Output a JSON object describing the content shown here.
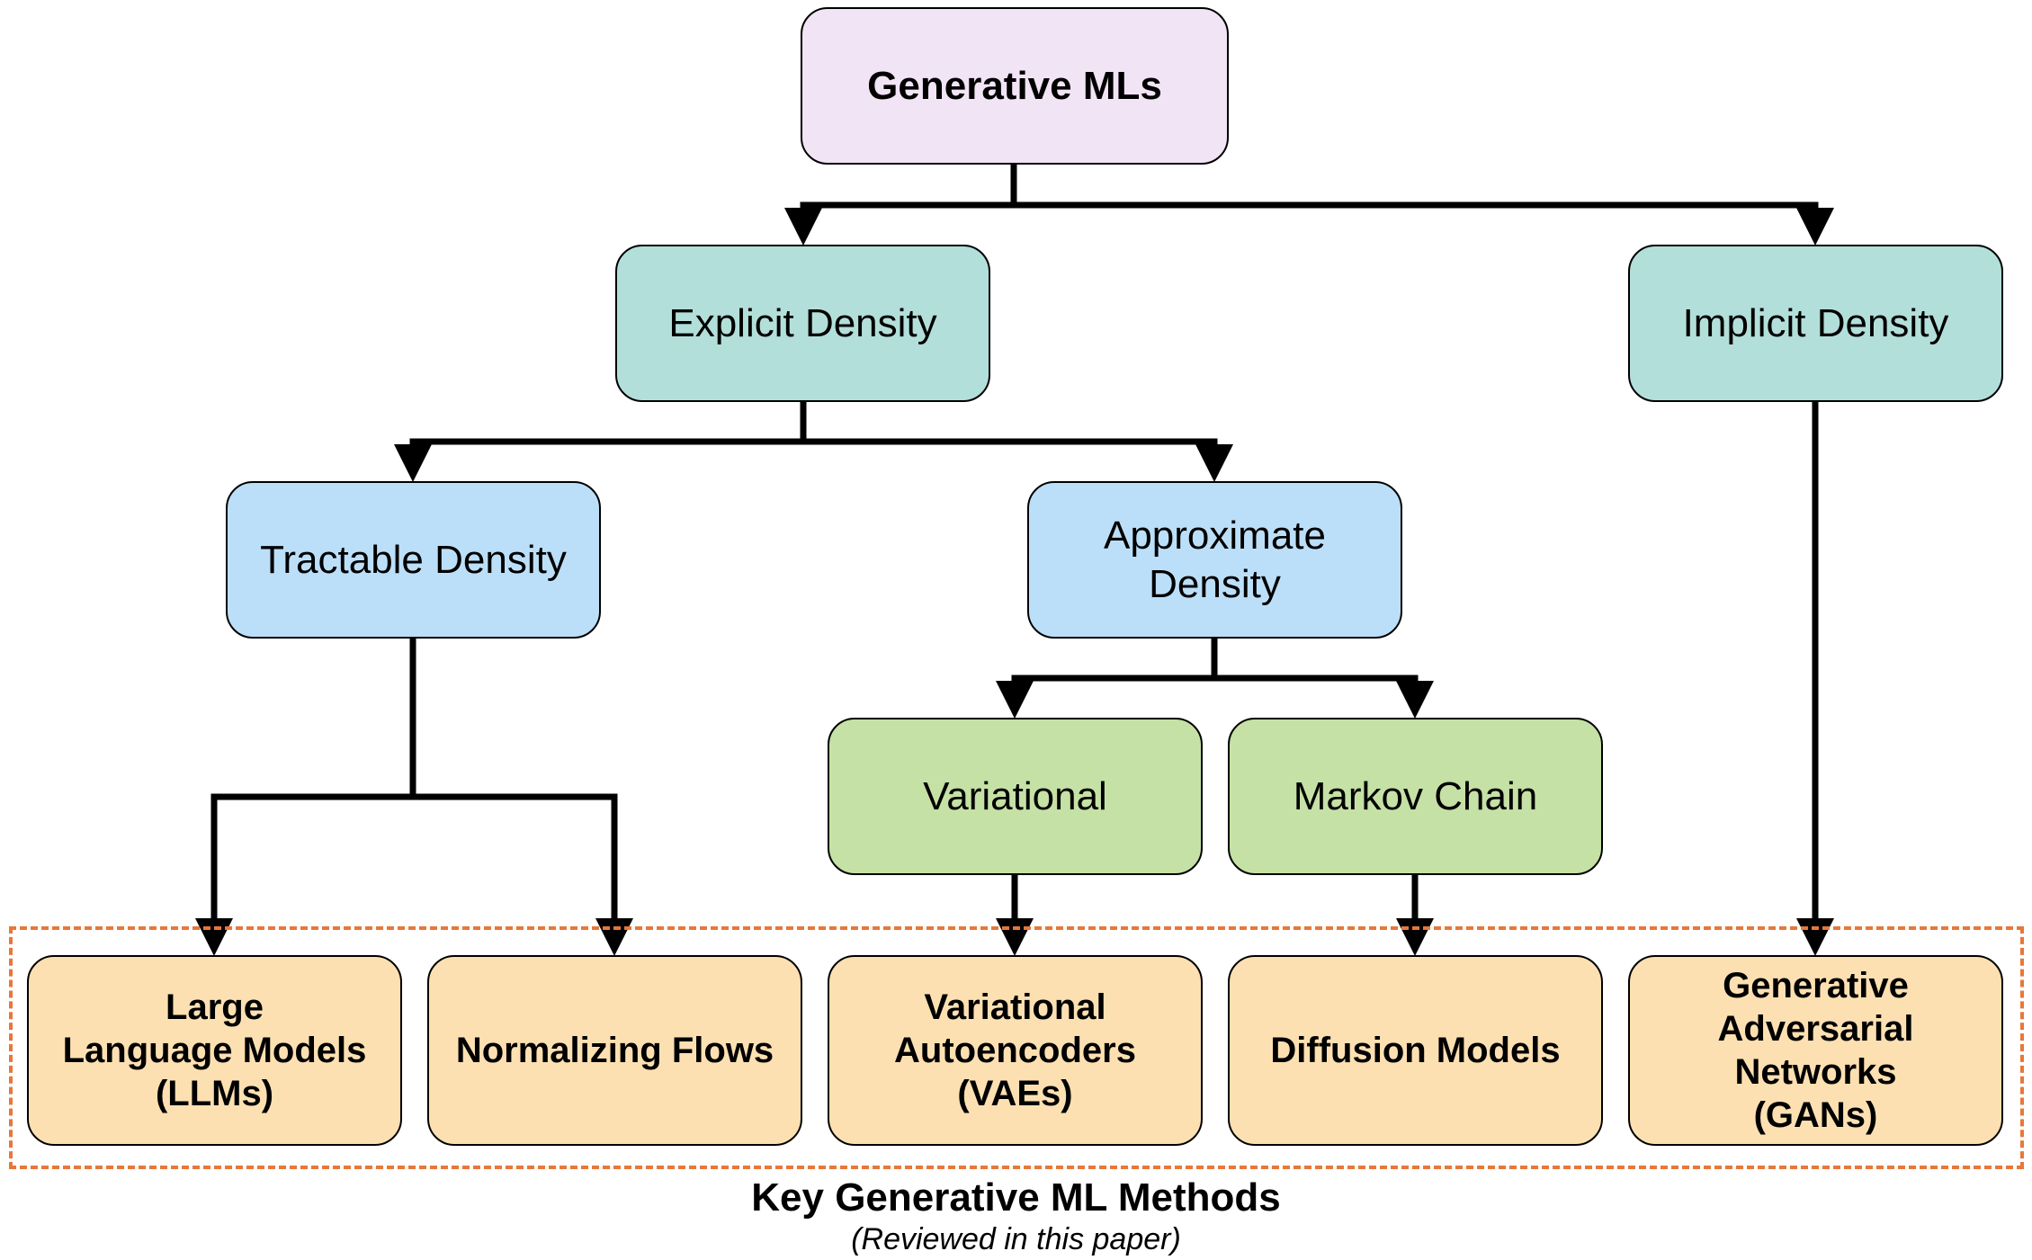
{
  "nodes": {
    "root": "Generative MLs",
    "explicit": "Explicit Density",
    "implicit": "Implicit Density",
    "tractable": "Tractable Density",
    "approximate": "Approximate\nDensity",
    "variational": "Variational",
    "markov": "Markov Chain",
    "llm": "Large\nLanguage Models\n(LLMs)",
    "flows": "Normalizing Flows",
    "vae": "Variational\nAutoencoders\n(VAEs)",
    "diffusion": "Diffusion Models",
    "gan": "Generative\nAdversarial\nNetworks\n(GANs)"
  },
  "edges": [
    [
      "root",
      "explicit"
    ],
    [
      "root",
      "implicit"
    ],
    [
      "explicit",
      "tractable"
    ],
    [
      "explicit",
      "approximate"
    ],
    [
      "approximate",
      "variational"
    ],
    [
      "approximate",
      "markov"
    ],
    [
      "tractable",
      "llm"
    ],
    [
      "tractable",
      "flows"
    ],
    [
      "variational",
      "vae"
    ],
    [
      "markov",
      "diffusion"
    ],
    [
      "implicit",
      "gan"
    ]
  ],
  "caption": {
    "title": "Key Generative ML Methods",
    "subtitle": "(Reviewed in this paper)"
  },
  "colors": {
    "root": "#f1e4f5",
    "density": "#b3dfda",
    "subdensity": "#bcdff9",
    "mechanism": "#c5e1a5",
    "method": "#fde0b2",
    "highlight_frame": "#e8773a"
  }
}
